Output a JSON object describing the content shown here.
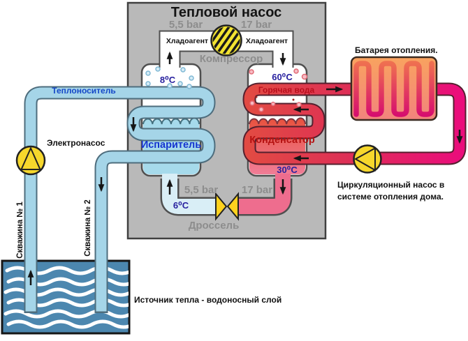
{
  "title": "Тепловой насос",
  "unit": {
    "pressure_low_top": "5,5 bar",
    "pressure_high_top": "17 bar",
    "refrigerant_left": "Хладоагент",
    "refrigerant_right": "Хладоагент",
    "compressor": "Компрессор",
    "evaporator_vapor_temp": "8⁰C",
    "condenser_vapor_temp": "60⁰C",
    "hot_water": "Горячая вода",
    "evaporator": "Испаритель",
    "condenser": "Конденсатор",
    "evaporator_out_temp": "6⁰C",
    "condenser_out_temp": "30⁰C",
    "pressure_low_bottom": "5,5 bar",
    "pressure_high_bottom": "17 bar",
    "throttle": "Дроссель"
  },
  "source_side": {
    "heat_carrier": "Теплоноситель",
    "electric_pump": "Электронасос",
    "well_1": "Скважина № 1",
    "well_2": "Скважина № 2",
    "heat_source": "Источник тепла - водоносный слой"
  },
  "heating_side": {
    "radiator": "Батарея отопления.",
    "circulation_pump_line1": "Циркуляционный насос в",
    "circulation_pump_line2": "системе отопления дома."
  },
  "colors": {
    "unit_bg": "#b9b9b9",
    "brine_pipe": "#a5d5e8",
    "refrigerant_cold": "#d9eef6",
    "refrigerant_warm": "#ee6d8e",
    "hot_water_red": "#e24a43",
    "return_magenta": "#ea0d7b",
    "radiator_fill": "#f9a35f",
    "pump_yellow": "#f6d72c",
    "valve_yellow": "#ffd21e",
    "ground_water": "#4c87af"
  }
}
